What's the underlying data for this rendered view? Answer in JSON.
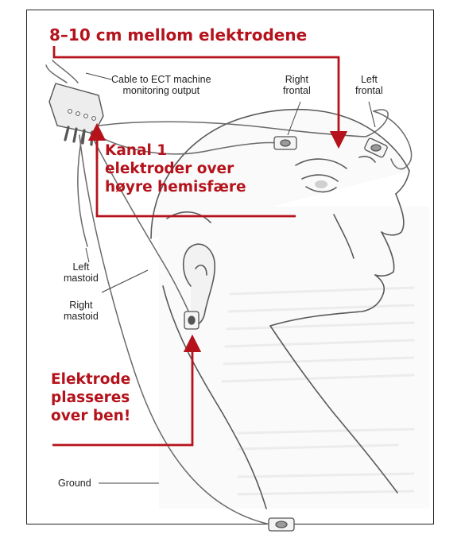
{
  "colors": {
    "annotation_red": "#b5121b",
    "line_art": "#5a5a5a",
    "label_text": "#222222"
  },
  "annotations": {
    "title": "8–10 cm mellom elektrodene",
    "channel": [
      "Kanal 1",
      "elektroder over",
      "høyre hemisfære"
    ],
    "bone": [
      "Elektrode",
      "plasseres",
      "over ben!"
    ]
  },
  "labels": {
    "cable": [
      "Cable to ECT machine",
      "monitoring output"
    ],
    "right_frontal": [
      "Right",
      "frontal"
    ],
    "left_frontal": [
      "Left",
      "frontal"
    ],
    "left_mastoid": [
      "Left",
      "mastoid"
    ],
    "right_mastoid": [
      "Right",
      "mastoid"
    ],
    "ground": "Ground"
  }
}
